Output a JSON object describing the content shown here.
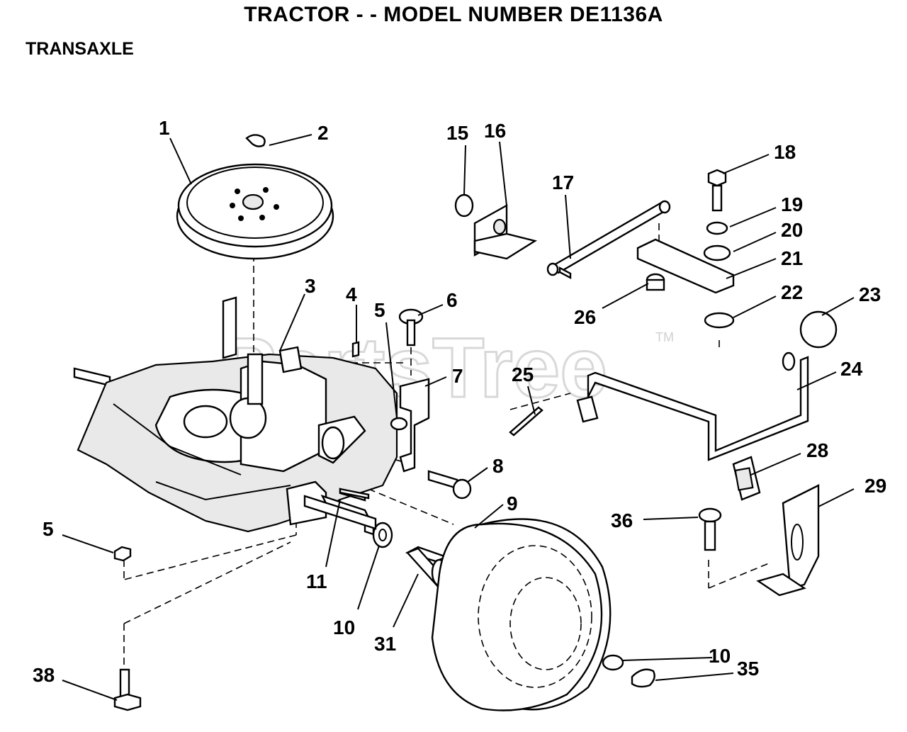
{
  "header": {
    "title": "TRACTOR - - MODEL NUMBER DE1136A",
    "section": "TRANSAXLE"
  },
  "watermark": {
    "text": "PartsTree",
    "tm": "TM"
  },
  "parts": [
    "1",
    "2",
    "3",
    "4",
    "5",
    "6",
    "7",
    "8",
    "9",
    "10",
    "11",
    "15",
    "16",
    "17",
    "18",
    "19",
    "20",
    "21",
    "22",
    "23",
    "24",
    "25",
    "26",
    "28",
    "29",
    "36",
    "5",
    "10",
    "31",
    "38",
    "10",
    "35"
  ]
}
